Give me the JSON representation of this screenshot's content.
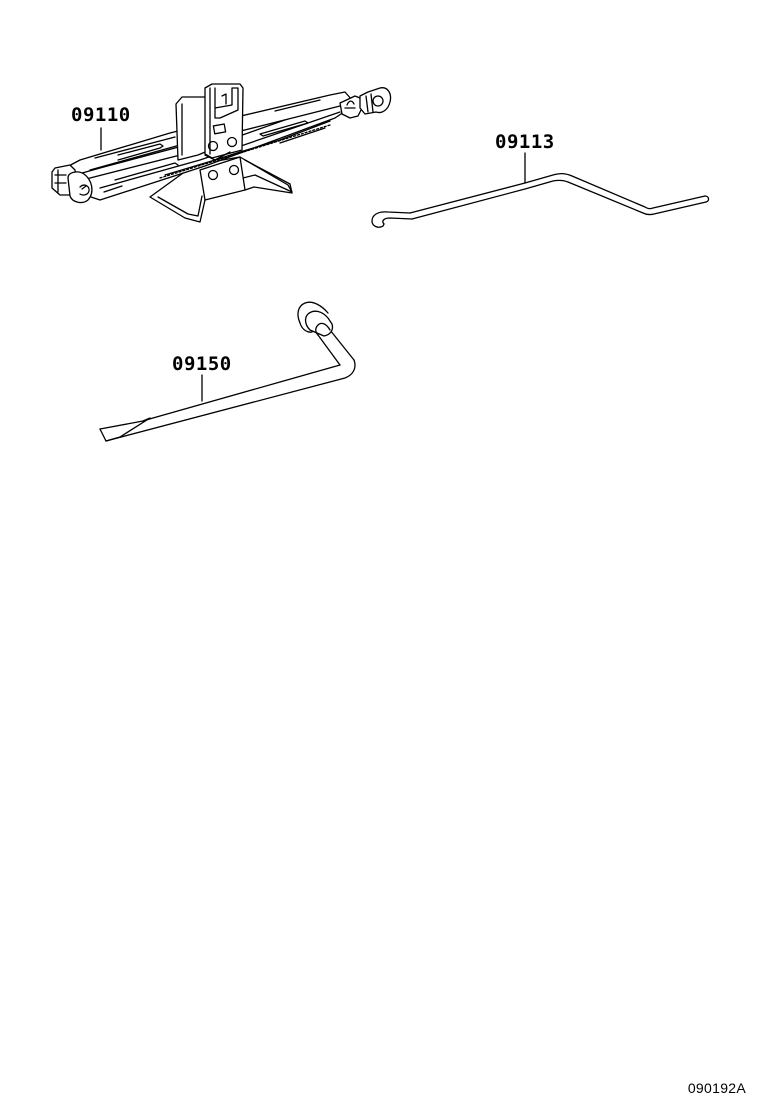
{
  "diagram": {
    "type": "parts-illustration",
    "background_color": "#ffffff",
    "line_color": "#000000",
    "figure_code": "090192A",
    "parts": [
      {
        "part_number": "09110",
        "depicts": "scissor-jack"
      },
      {
        "part_number": "09113",
        "depicts": "jack-handle-rod"
      },
      {
        "part_number": "09150",
        "depicts": "lug-wrench"
      }
    ]
  }
}
